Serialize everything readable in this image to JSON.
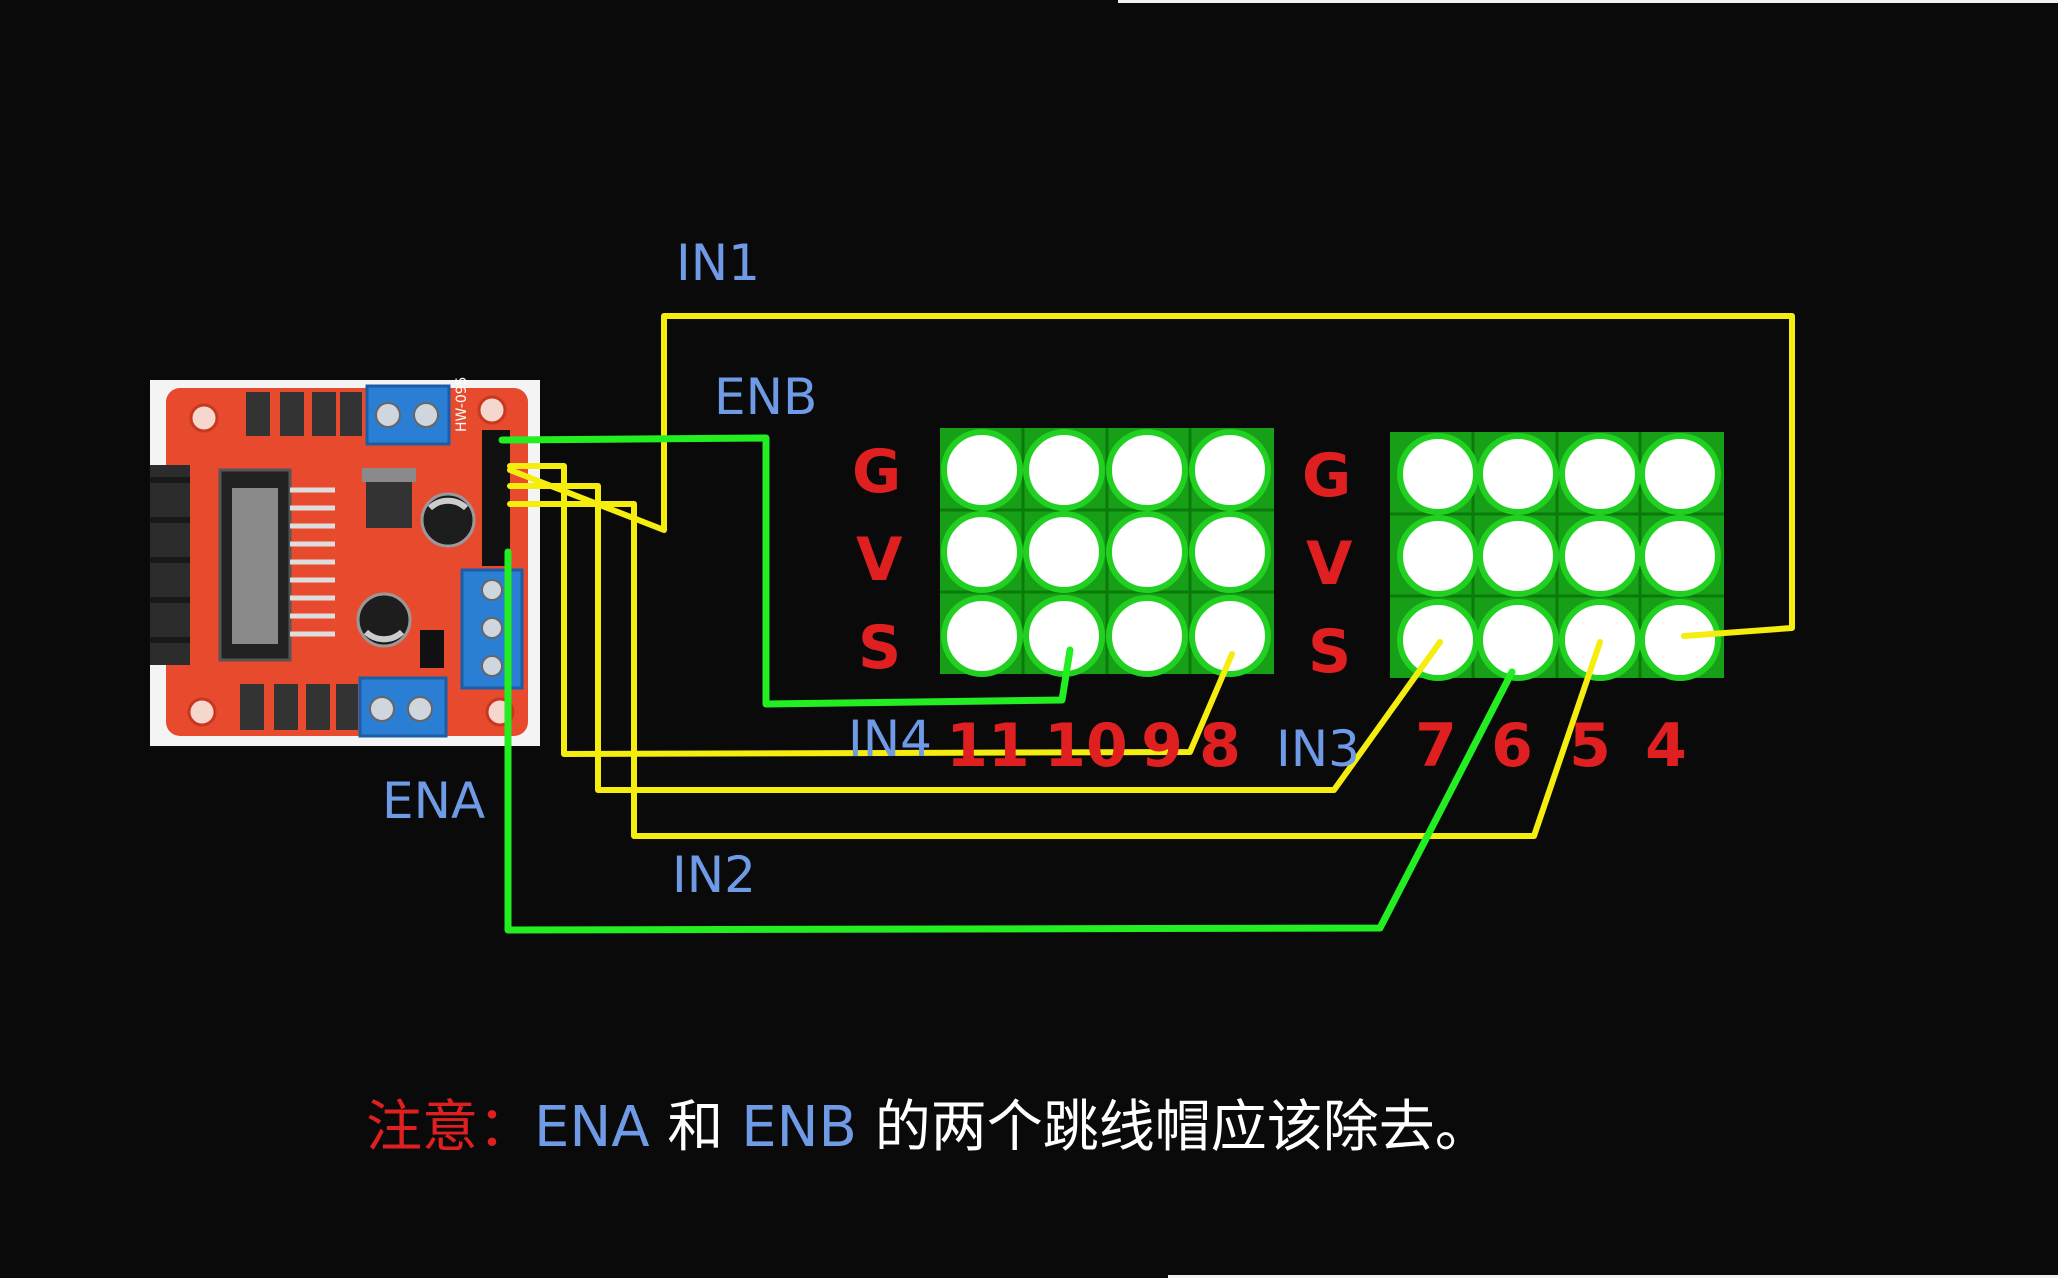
{
  "wire_labels": {
    "in1": "IN1",
    "enb": "ENB",
    "ena": "ENA",
    "in2": "IN2",
    "in3": "IN3",
    "in4": "IN4"
  },
  "pin_rows": [
    "G",
    "V",
    "S"
  ],
  "pin_numbers_left": [
    "11",
    "10",
    "9",
    "8"
  ],
  "pin_numbers_right": [
    "7",
    "6",
    "5",
    "4"
  ],
  "board": {
    "silkscreen": "HW-095"
  },
  "note": {
    "prefix": "注意：",
    "ena": "ENA",
    "and": " 和 ",
    "enb": "ENB",
    "rest": " 的两个跳线帽应该除去。"
  },
  "colors": {
    "background": "#0a0a0a",
    "label_blue": "#6f9ae6",
    "pin_red": "#e02020",
    "wire_yellow": "#f5ec10",
    "wire_green": "#22ee22",
    "pad_green": "#15b815",
    "board_red": "#e84a2e",
    "terminal_blue": "#2a7fd4"
  }
}
